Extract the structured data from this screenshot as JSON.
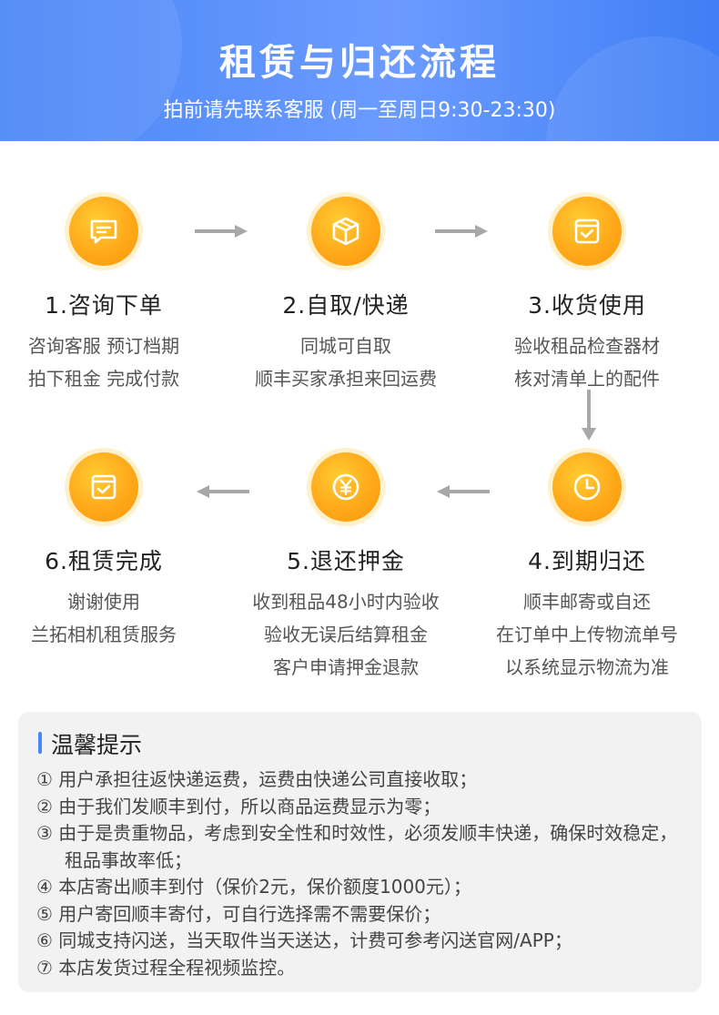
{
  "header": {
    "title": "租赁与归还流程",
    "subtitle": "拍前请先联系客服 (周一至周日9:30-23:30)"
  },
  "steps": [
    {
      "title": "1.咨询下单",
      "lines": [
        "咨询客服 预订档期",
        "拍下租金 完成付款"
      ],
      "icon": "chat-icon"
    },
    {
      "title": "2.自取/快递",
      "lines": [
        "同城可自取",
        "顺丰买家承担来回运费"
      ],
      "icon": "box-icon"
    },
    {
      "title": "3.收货使用",
      "lines": [
        "验收租品检查器材",
        "核对清单上的配件"
      ],
      "icon": "check-box-icon"
    },
    {
      "title": "4.到期归还",
      "lines": [
        "顺丰邮寄或自还",
        "在订单中上传物流单号",
        "以系统显示物流为准"
      ],
      "icon": "clock-icon"
    },
    {
      "title": "5.退还押金",
      "lines": [
        "收到租品48小时内验收",
        "验收无误后结算租金",
        "客户申请押金退款"
      ],
      "icon": "yen-icon"
    },
    {
      "title": "6.租赁完成",
      "lines": [
        "谢谢使用",
        "兰拓相机租赁服务"
      ],
      "icon": "check-box-icon"
    }
  ],
  "tips": {
    "title": "温馨提示",
    "items": [
      "① 用户承担往返快递运费，运费由快递公司直接收取；",
      "② 由于我们发顺丰到付，所以商品运费显示为零；",
      "③ 由于是贵重物品，考虑到安全性和时效性，必须发顺丰快递，确保时效稳定，租品事故率低；",
      "④ 本店寄出顺丰到付（保价2元，保价额度1000元）；",
      "⑤ 用户寄回顺丰寄付，可自行选择需不需要保价；",
      "⑥ 同城支持闪送，当天取件当天送达，计费可参考闪送官网/APP；",
      "⑦ 本店发货过程全程视频监控。"
    ]
  },
  "colors": {
    "header_blue": "#4a86f7",
    "icon_orange": "#ffa81a",
    "arrow_gray": "#a8a8a8",
    "tips_bg": "#f2f2f2"
  }
}
